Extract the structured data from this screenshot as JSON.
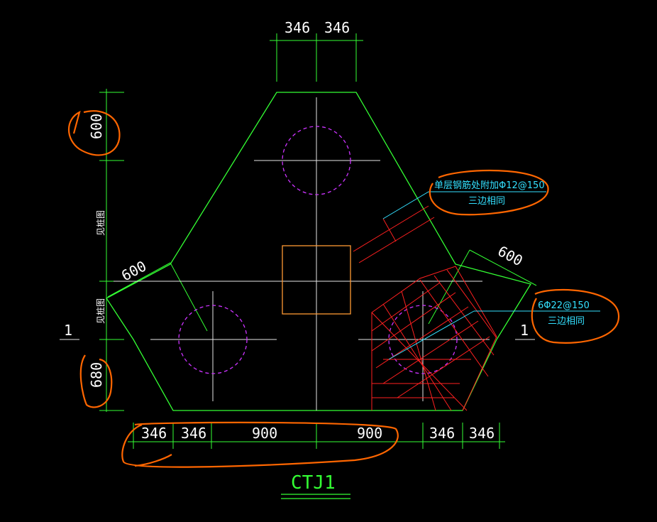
{
  "drawing": {
    "title": "CTJ1",
    "section_marks": [
      "1",
      "1"
    ],
    "colors": {
      "background": "#000000",
      "outline": "#33ff33",
      "centerline": "#e6e6e6",
      "pile": "#cc33ff",
      "column": "#ff9933",
      "rebar": "#ff2020",
      "leader": "#33e0ff",
      "markup": "#ff6600",
      "dimension": "#ffffff"
    }
  },
  "dims": {
    "top": [
      "346",
      "346"
    ],
    "bottom": [
      "346",
      "346",
      "900",
      "900",
      "346",
      "346"
    ],
    "left": [
      "600",
      "见桩图",
      "见桩图",
      "680"
    ],
    "diag_left": "600",
    "diag_right": "600"
  },
  "notes": {
    "note1_line1": "单层钢筋处附加Φ12@150",
    "note1_line2": "三边相同",
    "note2_line1": "6Φ22@150",
    "note2_line2": "三边相同"
  }
}
